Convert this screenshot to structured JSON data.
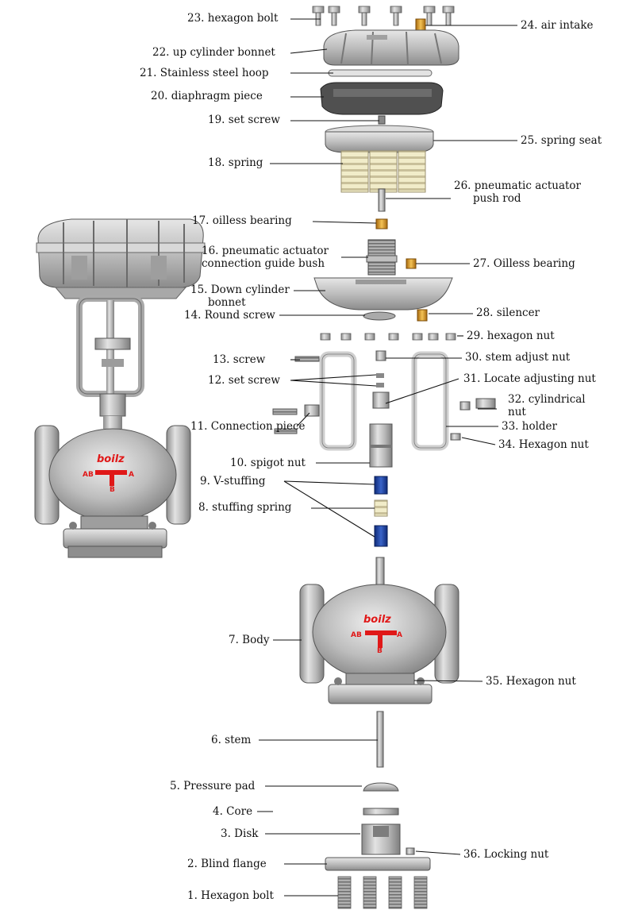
{
  "diagram": {
    "labels": {
      "l1": "1. Hexagon bolt",
      "l2": "2. Blind flange",
      "l3": "3. Disk",
      "l4": "4. Core",
      "l5": "5. Pressure pad",
      "l6": "6. stem",
      "l7": "7. Body",
      "l8": "8. stuffing spring",
      "l9": "9. V-stuffing",
      "l10": "10. spigot nut",
      "l11": "11. Connection piece",
      "l12": "12. set screw",
      "l13": "13. screw",
      "l14": "14. Round screw",
      "l15a": "15. Down cylinder",
      "l15b": "bonnet",
      "l16a": "16. pneumatic actuator",
      "l16b": "connection guide bush",
      "l17": "17. oilless bearing",
      "l18": "18. spring",
      "l19": "19. set screw",
      "l20": "20. diaphragm piece",
      "l21": "21. Stainless steel hoop",
      "l22": "22. up cylinder bonnet",
      "l23": "23. hexagon bolt",
      "l24": "24. air intake",
      "l25": "25. spring seat",
      "l26a": "26. pneumatic actuator",
      "l26b": "push rod",
      "l27": "27. Oilless bearing",
      "l28": "28. silencer",
      "l29": "29. hexagon nut",
      "l30": "30. stem adjust nut",
      "l31": "31. Locate adjusting nut",
      "l32a": "32. cylindrical",
      "l32b": "nut",
      "l33": "33. holder",
      "l34": "34. Hexagon nut",
      "l35": "35. Hexagon nut",
      "l36": "36. Locking nut"
    },
    "body_logo": "boilz",
    "port_labels": {
      "ab": "AB",
      "a": "A",
      "b": "B"
    },
    "colors": {
      "metal": "#c9c9c9",
      "metal_dark": "#8e8e8e",
      "spring": "#e9e2b8",
      "stuffing_blue": "#1c3f9e",
      "brass": "#d79a1e",
      "logo_red": "#e01818",
      "leader": "#111111"
    }
  }
}
